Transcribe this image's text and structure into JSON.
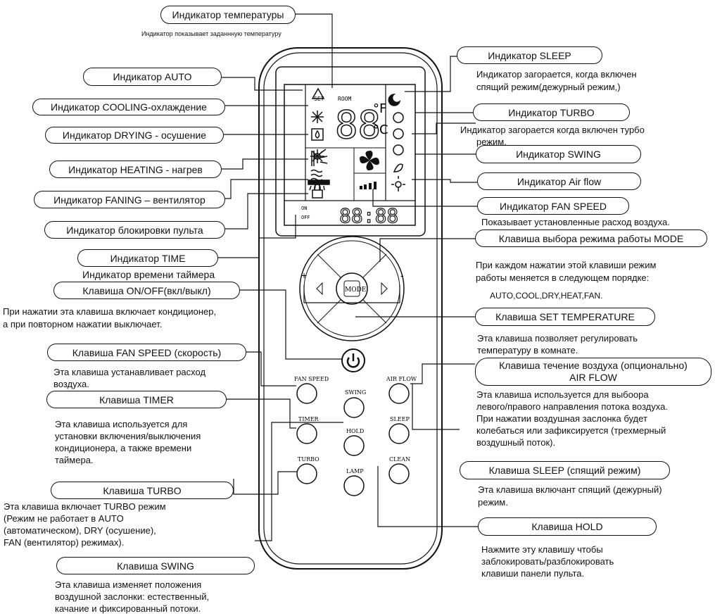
{
  "labels": {
    "temp_indicator": "Индикатор температуры",
    "temp_indicator_desc": "Индикатор показывает заданнную температуру",
    "auto_indicator": "Индикатор AUTO",
    "cooling_indicator": "Индикатор COOLING-охлаждение",
    "drying_indicator": "Индикатор DRYING - осушение",
    "heating_indicator": "Индикатор HEATING - нагрев",
    "faning_indicator": "Индикатор FANING – вентилятор",
    "lock_indicator": "Индикатор блокировки пульта",
    "time_indicator": "Индикатор TIME",
    "time_indicator_desc": "Индикатор времени таймера",
    "onoff_key": "Клавиша ON/OFF(вкл/выкл)",
    "onoff_desc_1": "При нажатии эта клавиша включает кондиционер,",
    "onoff_desc_2": "а при повторном нажатии выключает.",
    "fanspeed_key": "Клавиша FAN SPEED (скорость)",
    "fanspeed_desc_1": "Эта клавиша устанавливает расход",
    "fanspeed_desc_2": "воздуха.",
    "timer_key": "Клавиша TIMER",
    "timer_desc_1": "Эта клавиша используется для",
    "timer_desc_2": "установки включения/выключения",
    "timer_desc_3": "кондиционера, а также времени",
    "timer_desc_4": "таймера.",
    "turbo_key": "Клавиша TURBO",
    "turbo_desc_1": "Эта клавиша включает TURBO режим",
    "turbo_desc_2": "(Режим не работает в AUTO",
    "turbo_desc_3": "(автоматическом), DRY (осушение),",
    "turbo_desc_4": "FAN (вентилятор) режимах).",
    "swing_key": "Клавиша SWING",
    "swing_desc_1": "Эта клавиша изменяет положения",
    "swing_desc_2": "воздушной заслонки: естественный,",
    "swing_desc_3": "качание и фиксированный потоки.",
    "sleep_indicator": "Индикатор SLEEP",
    "sleep_desc_1": "Индикатор загорается, когда включен",
    "sleep_desc_2": "спящий режим(дежурный режим,)",
    "turbo_indicator": "Индикатор  TURBO",
    "turbo_ind_desc_1": "Индикатор загорается когда включен турбо",
    "turbo_ind_desc_2": "режим.",
    "swing_indicator": "Индикатор    SWING",
    "airflow_indicator": "Индикатор    Air flow",
    "fanspeed_indicator": "Индикатор  FAN SPEED",
    "fanspeed_ind_desc": "Показывает установленные расход воздуха.",
    "mode_key": "Клавиша выбора режима работы  MODE",
    "mode_desc_1": "При каждом нажатии этой клавиши режим",
    "mode_desc_2": "работы меняется в следующем порядке:",
    "mode_sequence": "AUTO,COOL,DRY,HEAT,FAN.",
    "settemp_key": "Клавиша SET TEMPERATURE",
    "settemp_desc_1": "Эта клавиша позволяет регулировать",
    "settemp_desc_2": "температуру в комнате.",
    "airflow_key_1": "Клавиша течение воздуха (опционально)",
    "airflow_key_2": "AIR FLOW",
    "airflow_desc_1": "Эта клавиша используется для выбоора",
    "airflow_desc_2": "левого/правого направления потока воздуха.",
    "airflow_desc_3": "При нажатии воздушная заслонка будет",
    "airflow_desc_4": "колебаться или зафиксируется (трехмерный",
    "airflow_desc_5": "воздушный поток).",
    "sleep_key": "Клавиша   SLEEP   (спящий режим)",
    "sleep_key_desc_1": "Эта клавиша включант спящий (дежурный)",
    "sleep_key_desc_2": "режим.",
    "hold_key": "Клавиша     HOLD",
    "hold_desc_1": "Нажмите эту клавишу чтобы",
    "hold_desc_2": "заблокировать/разблокировать",
    "hold_desc_3": "клавиши панели пульта."
  },
  "remote": {
    "lcd": {
      "set": "SET",
      "room": "ROOM",
      "temp_digits": "88",
      "unit_f": "°F",
      "unit_c": "°C",
      "on": "ON",
      "off": "OFF",
      "time_digits": "88:88"
    },
    "mode_button": "MODE",
    "plus": "+",
    "minus": "-",
    "buttons": {
      "fan_speed": "FAN SPEED",
      "swing": "SWING",
      "air_flow": "AIR FLOW",
      "timer": "TIMER",
      "hold": "HOLD",
      "sleep": "SLEEP",
      "turbo": "TURBO",
      "lamp": "LAMP",
      "clean": "CLEAN"
    }
  },
  "icons": [
    "auto-triangle-icon",
    "snowflake-icon",
    "drop-icon",
    "sun-icon",
    "fan-wave-icon",
    "lock-icon",
    "moon-icon",
    "turbo-icon",
    "bulb-icon",
    "power-icon"
  ]
}
